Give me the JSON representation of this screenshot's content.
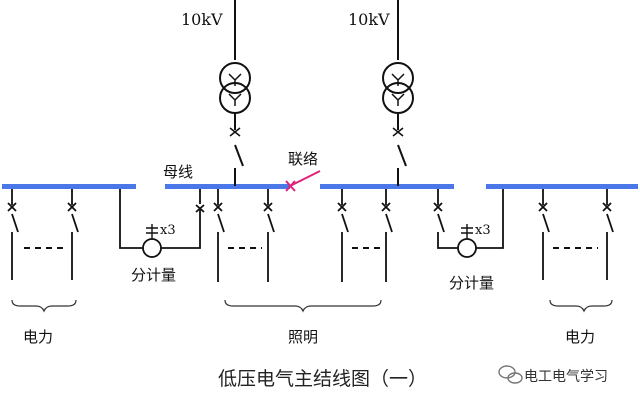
{
  "diagram": {
    "source_voltage_left": "10kV",
    "source_voltage_right": "10kV",
    "busbar_label": "母线",
    "tie_label": "联络",
    "metering_left": "分计量",
    "metering_right": "分计量",
    "ct_left": "x3",
    "ct_right": "x3",
    "group_power_left": "电力",
    "group_lighting": "照明",
    "group_power_right": "电力",
    "title": "低压电气主结线图（一）",
    "watermark": "电工电气学习",
    "colors": {
      "busbar": "#4a78e8",
      "tie_breaker": "#e0207a",
      "line": "#111111"
    }
  }
}
